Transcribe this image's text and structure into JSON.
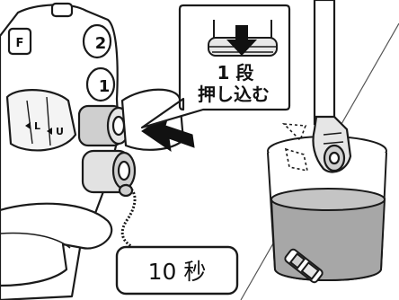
{
  "callout": {
    "line1": "1 段",
    "line2": "押し込む"
  },
  "timer": {
    "label": "10 秒"
  },
  "endoscope": {
    "control_labels": [
      "2",
      "1"
    ],
    "knob_labels": [
      "L",
      "U"
    ],
    "lock_label": "F"
  },
  "icons": {
    "press_direction": "arrow-right-icon",
    "press_down": "arrow-down-icon"
  },
  "colors": {
    "outline": "#1a1a1a",
    "gray_fill": "#cfcfcf",
    "liquid": "#a7a7a7",
    "arrow": "#111111"
  }
}
